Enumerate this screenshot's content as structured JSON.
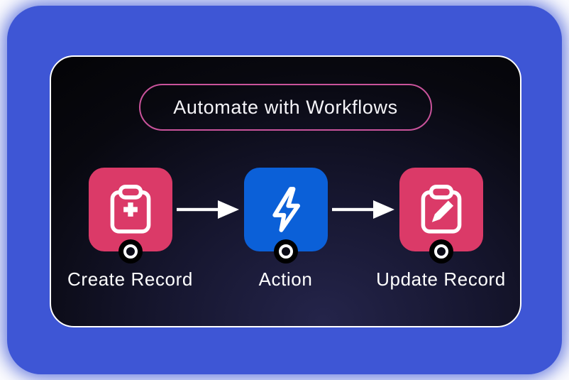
{
  "badge": {
    "label": "Automate with Workflows",
    "border_color": "#C9539B"
  },
  "flow": {
    "nodes": [
      {
        "label": "Create Record",
        "icon": "clipboard-plus-icon",
        "color": "#DB3A68"
      },
      {
        "label": "Action",
        "icon": "lightning-bolt-icon",
        "color": "#0B60D8"
      },
      {
        "label": "Update Record",
        "icon": "clipboard-pencil-icon",
        "color": "#DB3A68"
      }
    ]
  },
  "colors": {
    "frame": "#3E56D5",
    "panel_border": "#FFFFFF",
    "panel_bg_dark": "#030305",
    "panel_bg_glow": "#24244A",
    "arrow": "#FFFFFF",
    "label_text": "#FFFFFF",
    "icon_stroke": "#FFFFFF",
    "connector_ring": "#FFFFFF",
    "connector_halo": "#000000"
  }
}
